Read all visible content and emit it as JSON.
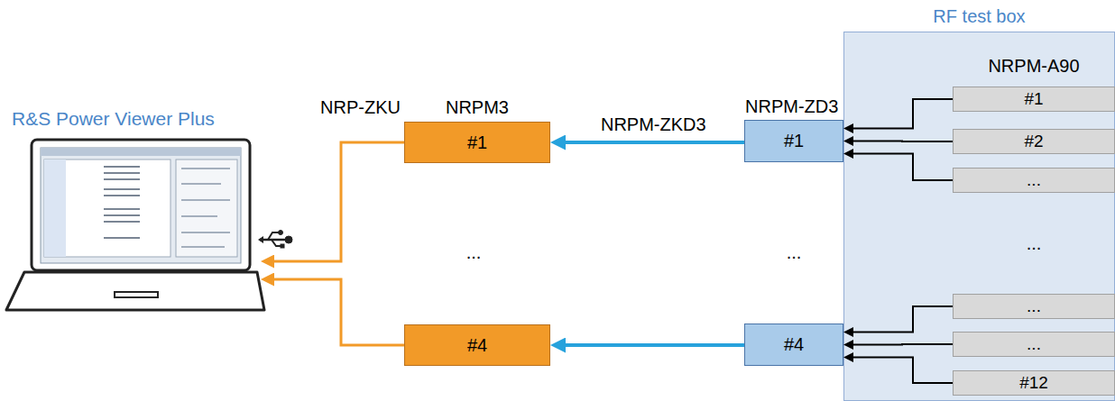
{
  "diagram": {
    "nodes": [
      {
        "text": [
          "R&S Power Viewer Plus"
        ]
      },
      {
        "text": [
          "NRPM3",
          "#1"
        ]
      },
      {
        "text": [
          "#4"
        ]
      },
      {
        "text": [
          "NRPM-ZD3",
          "#1"
        ]
      },
      {
        "text": [
          "#4"
        ]
      },
      {
        "text": [
          "RF test box",
          "NRPM-A90"
        ]
      },
      {
        "text": [
          "#1"
        ],
        "in": 5
      },
      {
        "text": [
          "#2"
        ],
        "in": 5
      },
      {
        "text": [
          "..."
        ],
        "in": 5
      },
      {
        "text": [
          "..."
        ],
        "in": 5
      },
      {
        "text": [
          "..."
        ],
        "in": 5
      },
      {
        "text": [
          "#12"
        ],
        "in": 5
      }
    ],
    "edges": [
      {
        "from": 1,
        "to": 0,
        "arrow": "to",
        "label": "NRP-ZKU"
      },
      {
        "from": 2,
        "to": 0,
        "arrow": "to"
      },
      {
        "from": 3,
        "to": 1,
        "arrow": "to",
        "label": "NRPM-ZKD3"
      },
      {
        "from": 4,
        "to": 2,
        "arrow": "to"
      },
      {
        "from": 6,
        "to": 3,
        "arrow": "to"
      },
      {
        "from": 7,
        "to": 3,
        "arrow": "to"
      },
      {
        "from": 8,
        "to": 3,
        "arrow": "to"
      },
      {
        "from": 9,
        "to": 4,
        "arrow": "to"
      },
      {
        "from": 10,
        "to": 4,
        "arrow": "to"
      },
      {
        "from": 11,
        "to": 4,
        "arrow": "to"
      }
    ],
    "labels": [
      "...",
      "...",
      "..."
    ]
  }
}
